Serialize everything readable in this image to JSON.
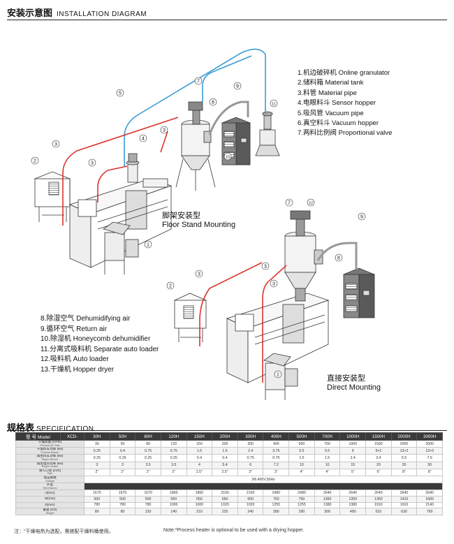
{
  "header": {
    "title_cn": "安装示意图",
    "title_en": "INSTALLATION DIAGRAM"
  },
  "legend_top": [
    "1.机边破碎机  Online granulator",
    "2.储料箱  Material tank",
    "3.料管  Material pipe",
    "4.电眼料斗  Sensor hopper",
    "5.吸风管  Vacuum pipe",
    "6.真空料斗  Vacuum hopper",
    "7.两料比例阀  Proportional valve"
  ],
  "legend_bottom": [
    "8.除湿空气  Dehumidifying air",
    "9.循环空气  Return air",
    "10.除湿机  Honeycomb dehumidifier",
    "11.分离式吸料机  Separate auto loader",
    "12.吸料机  Auto loader",
    "13.干燥机  Hopper dryer"
  ],
  "captions": {
    "floor_cn": "脚架安装型",
    "floor_en": "Floor Stand Mounting",
    "direct_cn": "直接安装型",
    "direct_en": "Direct Mounting"
  },
  "callouts": {
    "n1": "1",
    "n2": "2",
    "n3": "3",
    "n4": "4",
    "n5": "5",
    "n7": "7",
    "n8": "8",
    "n9": "9",
    "n10": "10",
    "n11": "11",
    "n12": "12"
  },
  "spec": {
    "title_cn": "规格表",
    "title_en": "SPECIFICATION",
    "model_header": "型 号  Model",
    "series": "XCD-",
    "models": [
      "30H",
      "50H",
      "80H",
      "120H",
      "150H",
      "200H",
      "300H",
      "400H",
      "500H",
      "700H",
      "1000H",
      "1500H",
      "2000H",
      "3000H"
    ],
    "rows": [
      {
        "cn": "干燥风量 (m³/hr)",
        "en": "Process Air Flow",
        "values": [
          "30",
          "50",
          "80",
          "120",
          "150",
          "200",
          "300",
          "400",
          "500",
          "700",
          "1000",
          "1500",
          "2000",
          "3000"
        ]
      },
      {
        "cn": "干燥风车功率 (kw)",
        "en": "Process Blower",
        "values": [
          "0.25",
          "0.4",
          "0.75",
          "0.75",
          "1.5",
          "1.5",
          "2.4",
          "3.75",
          "5.5",
          "5.5",
          "9",
          "9×2",
          "13×2",
          "13×3"
        ]
      },
      {
        "cn": "再生风车功率 (kw)",
        "en": "Regen Blower",
        "values": [
          "0.25",
          "0.25",
          "0.25",
          "0.25",
          "0.4",
          "0.4",
          "0.75",
          "0.75",
          "1.5",
          "1.5",
          "2.4",
          "3.4",
          "5.5",
          "7.5"
        ]
      },
      {
        "cn": "再生电热功率 (kw)",
        "en": "Regen Heater",
        "values": [
          "3",
          "3",
          "3.5",
          "3.5",
          "4",
          "5.4",
          "6",
          "7.2",
          "10",
          "10",
          "15",
          "20",
          "20",
          "30"
        ]
      },
      {
        "cn": "进入口径 (inch)",
        "en": "Pipe",
        "values": [
          "2\"",
          "2\"",
          "2\"",
          "2\"",
          "2.5\"",
          "2.5\"",
          "3\"",
          "3\"",
          "4\"",
          "4\"",
          "5\"",
          "6\"",
          "8\"",
          "8\""
        ]
      }
    ],
    "voltage": {
      "cn": "电压规格",
      "en": "Voltage",
      "value": "3Φ,400V,50Hz"
    },
    "dimensions": {
      "cn": "外型",
      "en": "Dimensions"
    },
    "dim_rows": [
      {
        "label": "H(mm)",
        "values": [
          "1670",
          "1670",
          "1670",
          "1860",
          "1860",
          "2160",
          "2160",
          "2480",
          "2480",
          "2640",
          "2640",
          "2640",
          "2640",
          "2640"
        ]
      },
      {
        "label": "W(mm)",
        "values": [
          "500",
          "500",
          "500",
          "650",
          "650",
          "650",
          "650",
          "750",
          "750",
          "1350",
          "1350",
          "1350",
          "1410",
          "1600"
        ]
      },
      {
        "label": "D(mm)",
        "values": [
          "780",
          "780",
          "780",
          "1000",
          "1000",
          "1020",
          "1020",
          "1255",
          "1255",
          "1380",
          "1380",
          "1910",
          "1910",
          "2140"
        ]
      },
      {
        "label": "重量 (KG)",
        "sub": "Weight",
        "values": [
          "80",
          "80",
          "120",
          "140",
          "210",
          "225",
          "240",
          "280",
          "290",
          "300",
          "400",
          "510",
          "630",
          "760"
        ]
      }
    ],
    "note_cn": "注：\"干燥电热为选配，需搭配干燥料桶使用。",
    "note_en": "Note:*Process heater is optional to be used with a drying hopper."
  },
  "colors": {
    "vacuum_pipe": "#3a9bd5",
    "material_pipe": "#d9342b",
    "table_header": "#3a3a3a"
  }
}
